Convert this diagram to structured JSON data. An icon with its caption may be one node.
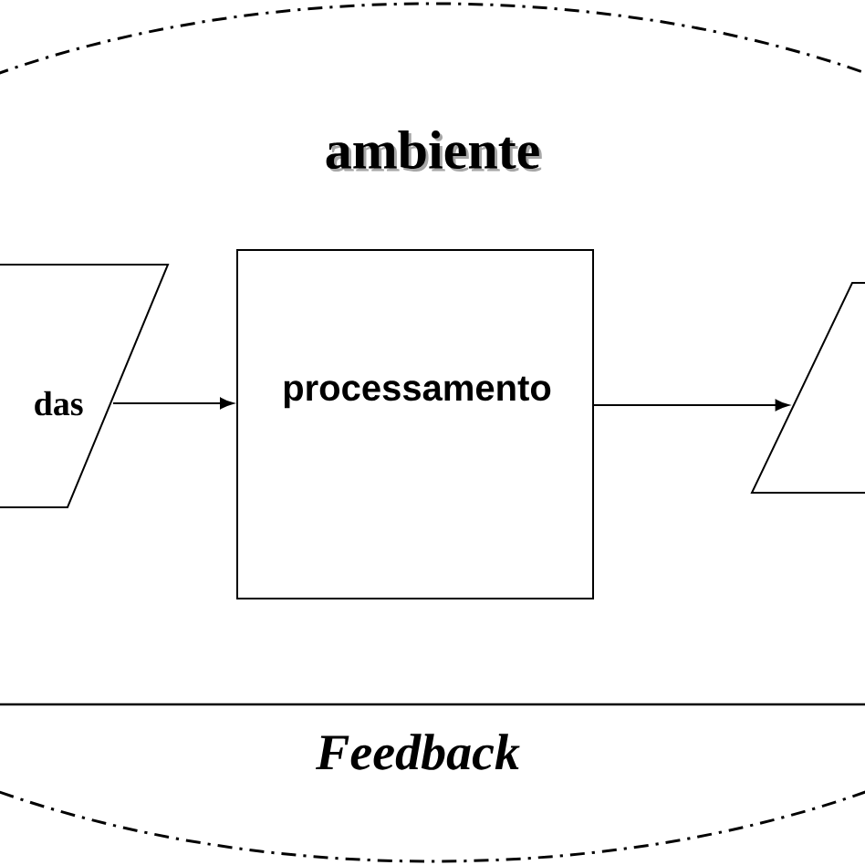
{
  "diagram": {
    "nodes": [
      {
        "text": [
          "ambiente"
        ]
      },
      {
        "text": [
          "das"
        ],
        "in": 0
      },
      {
        "text": [
          "processamento"
        ],
        "in": 0
      },
      {
        "text": [],
        "shape": "parallelogram",
        "in": 0
      }
    ],
    "edges": [
      {
        "from": 1,
        "to": 2,
        "arrow": "to"
      },
      {
        "from": 2,
        "to": 3,
        "arrow": "to"
      }
    ],
    "labels": [
      "Feedback"
    ]
  }
}
